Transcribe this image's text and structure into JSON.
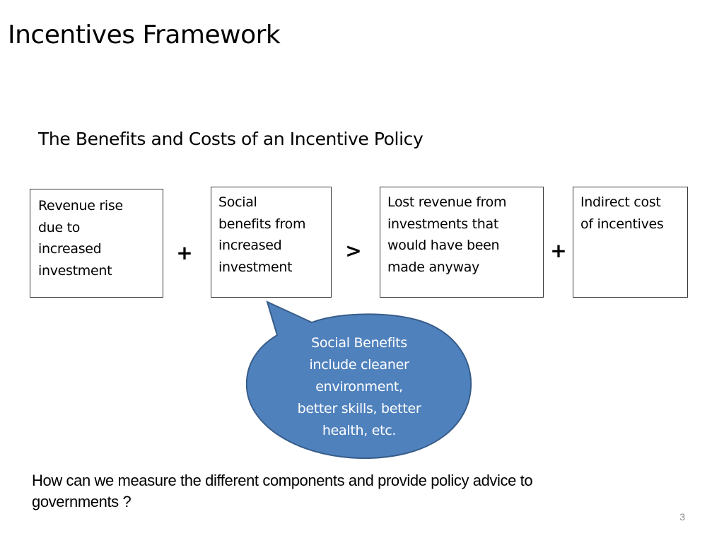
{
  "slide": {
    "title": "Incentives Framework",
    "subtitle": "The Benefits and Costs of an Incentive Policy",
    "page_number": "3"
  },
  "diagram": {
    "boxes": [
      {
        "id": "revenue-rise",
        "lines": [
          "Revenue rise",
          "due to",
          "increased",
          "investment"
        ]
      },
      {
        "id": "social-benefits",
        "lines": [
          "Social",
          "benefits from",
          "increased",
          "investment"
        ]
      },
      {
        "id": "lost-revenue",
        "lines": [
          "Lost revenue from",
          "investments that",
          "would have been",
          "made anyway"
        ]
      },
      {
        "id": "indirect-cost",
        "lines": [
          "Indirect cost",
          "of incentives"
        ]
      }
    ],
    "operators": [
      "+",
      ">",
      "+"
    ],
    "callout": {
      "lines": [
        "Social Benefits",
        "include cleaner",
        "environment,",
        "better skills, better",
        "health, etc."
      ],
      "fill_color": "#4F81BD",
      "border_color": "#385D8A",
      "text_color": "#FFFFFF",
      "points_to": "social-benefits"
    }
  },
  "question": {
    "lines": [
      "How can we measure the different components and provide policy advice to",
      "governments ?"
    ]
  }
}
